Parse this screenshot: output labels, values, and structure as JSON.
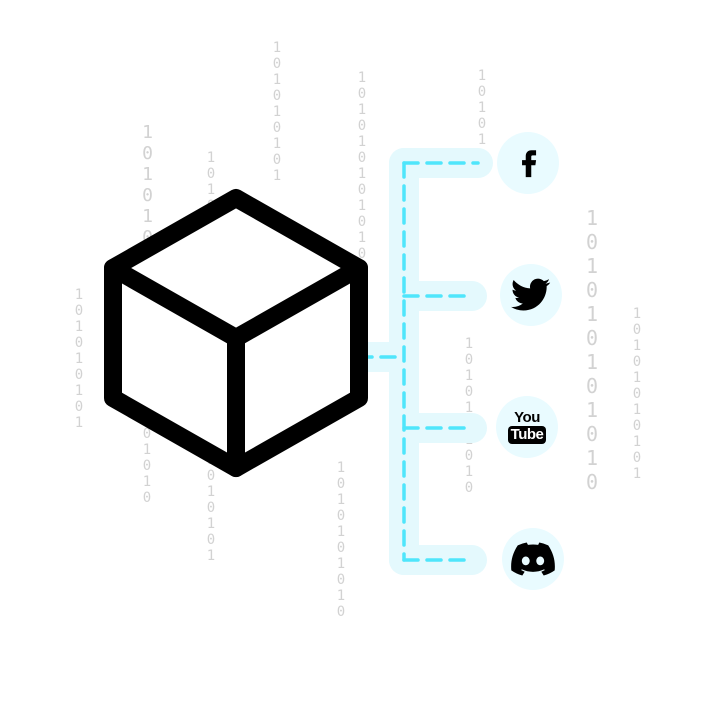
{
  "binary_columns": [
    {
      "text": "101010101",
      "size": 14
    },
    {
      "text": "101010101",
      "size": 14
    },
    {
      "text": "101010101",
      "size": 18
    },
    {
      "text": "101010101",
      "size": 14
    },
    {
      "text": "101010101",
      "size": 13
    },
    {
      "text": "101010101010",
      "size": 14
    },
    {
      "text": "1010101010",
      "size": 14
    },
    {
      "text": "1010101",
      "size": 14
    },
    {
      "text": "1010101010",
      "size": 14
    },
    {
      "text": "10101010101",
      "size": 14
    },
    {
      "text": "101010101010",
      "size": 20
    },
    {
      "text": "10101010",
      "size": 14
    }
  ],
  "colors": {
    "accent_dash": "#4fe6fb",
    "accent_glow": "#e4f9fd",
    "icon_bg": "#e9fbff",
    "cube_stroke": "#000000",
    "binary": "#d2d2d2"
  },
  "icons": [
    {
      "name": "facebook-icon"
    },
    {
      "name": "twitter-icon"
    },
    {
      "name": "youtube-icon",
      "top_text": "You",
      "bottom_text": "Tube"
    },
    {
      "name": "discord-icon"
    }
  ]
}
